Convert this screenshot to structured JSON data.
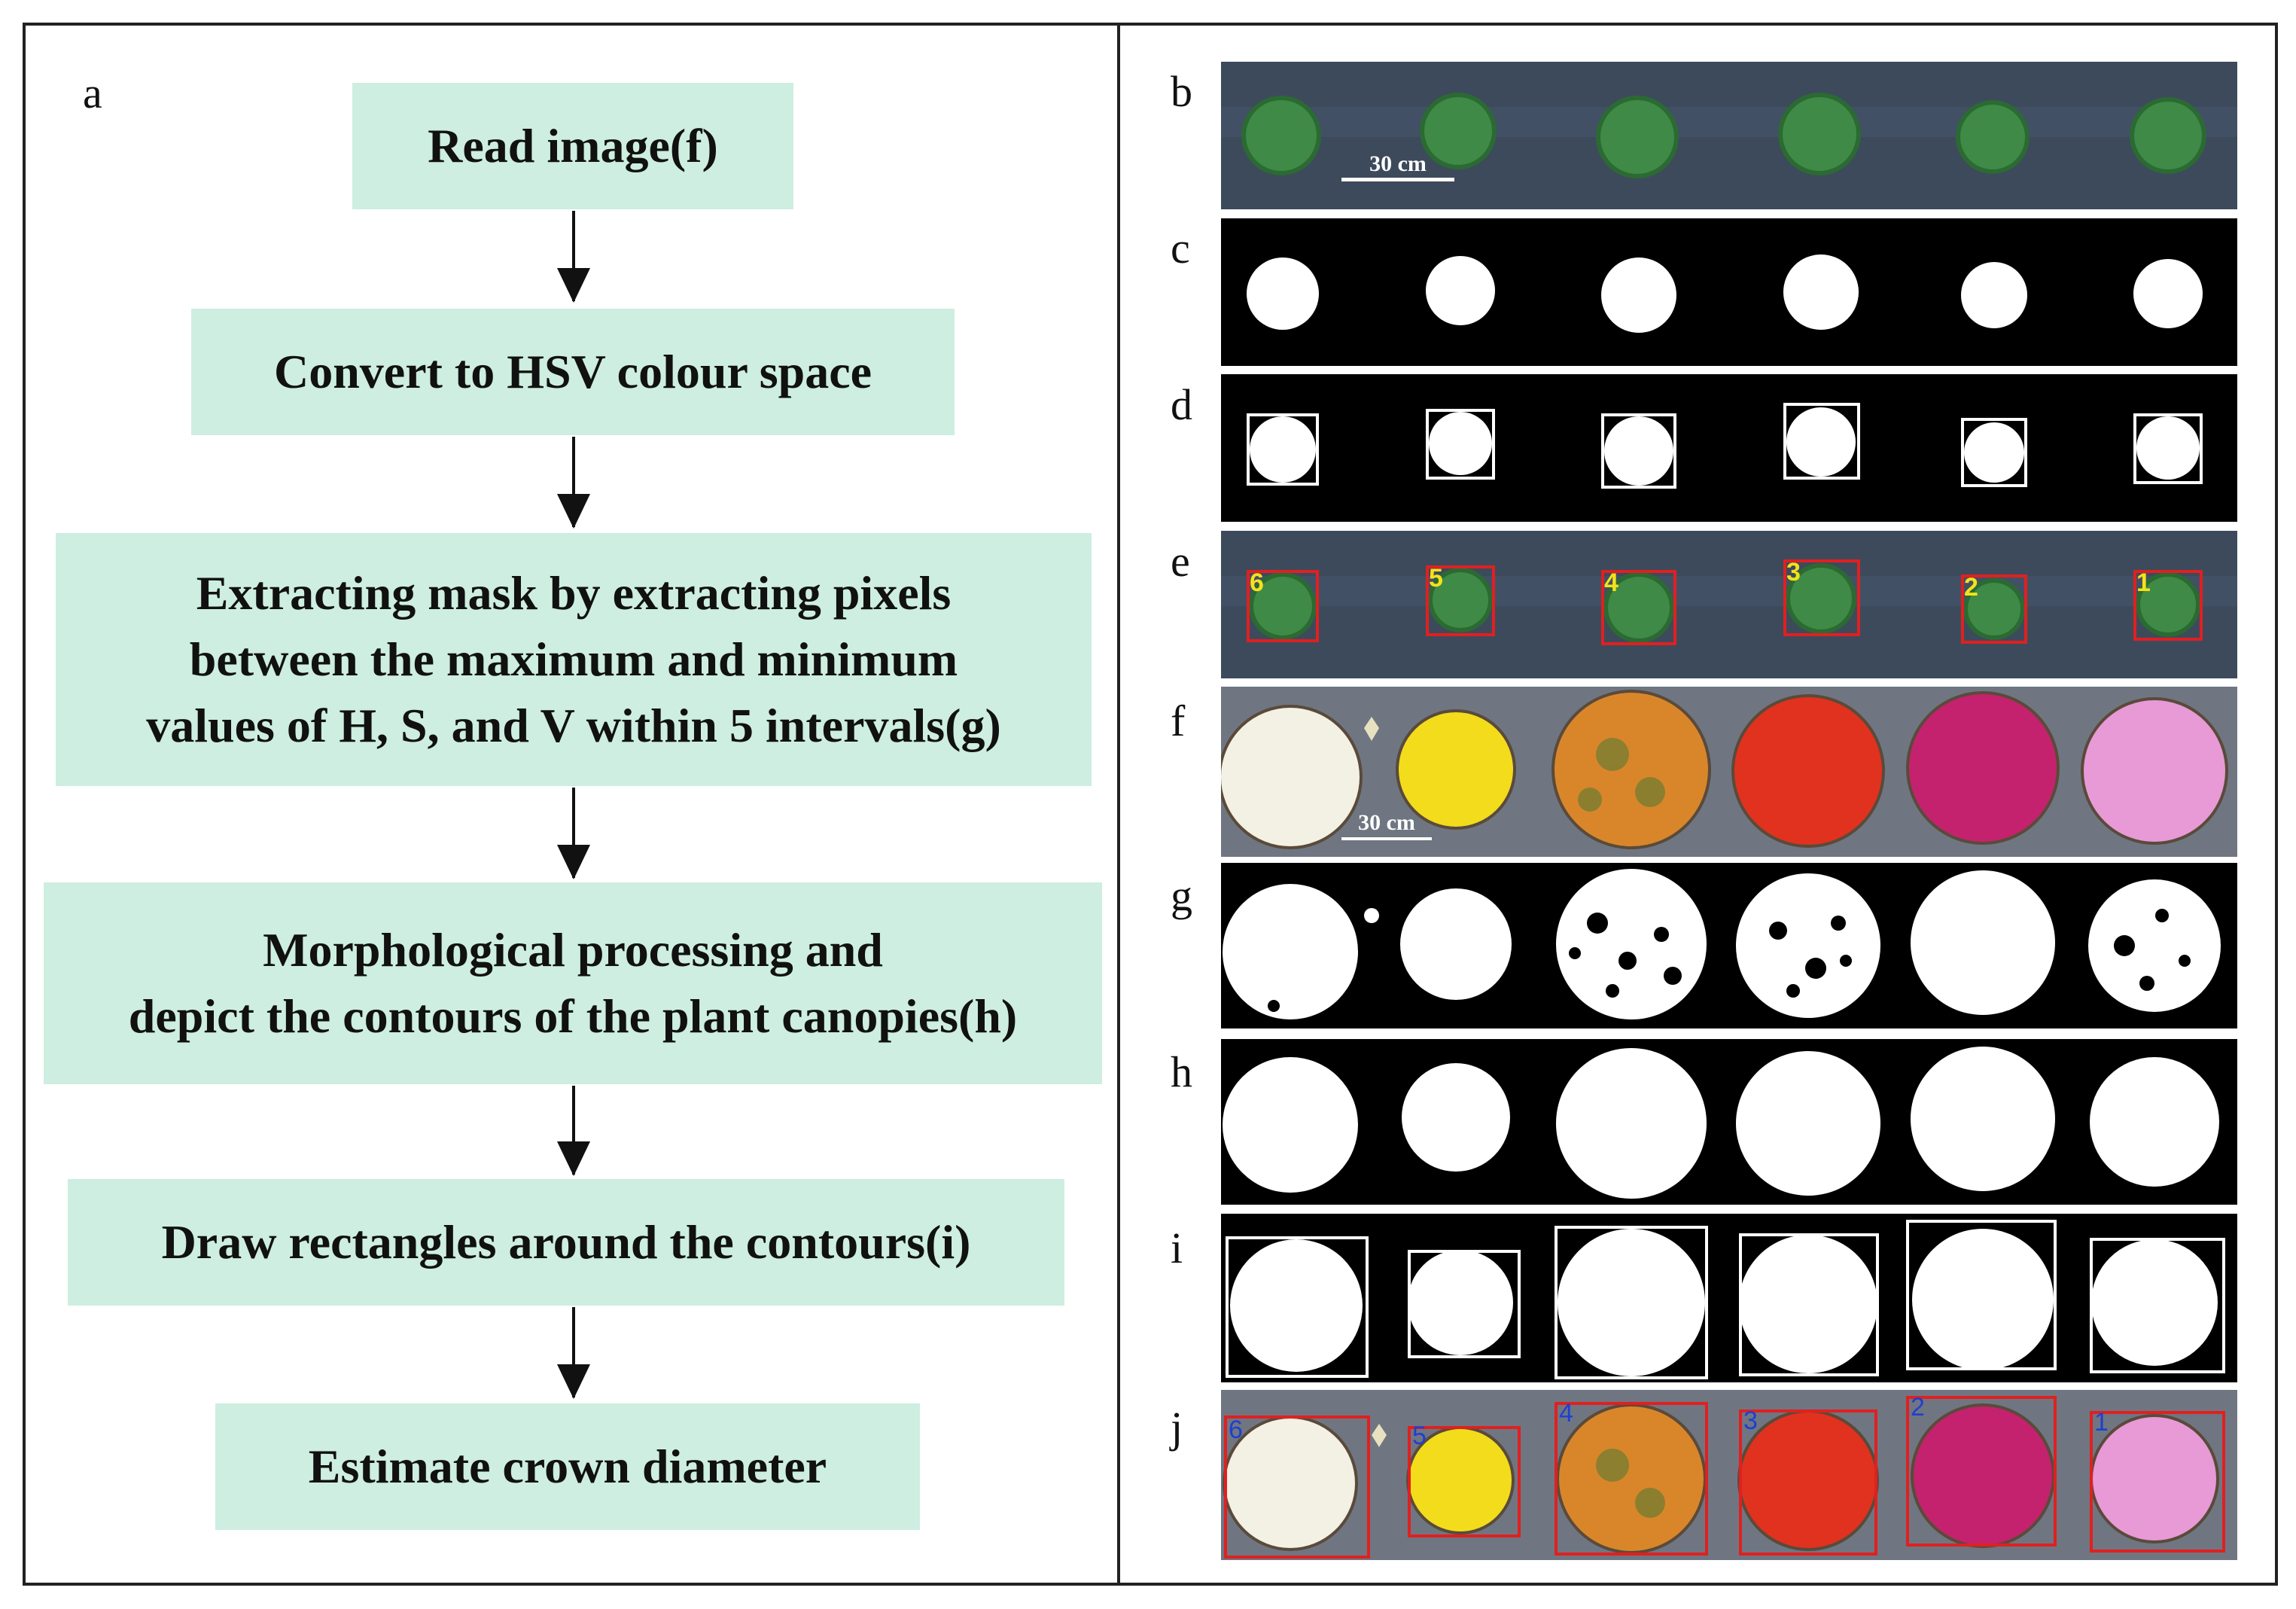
{
  "panels": {
    "a": "a",
    "b": "b",
    "c": "c",
    "d": "d",
    "e": "e",
    "f": "f",
    "g": "g",
    "h": "h",
    "i": "i",
    "j": "j"
  },
  "flowchart": {
    "steps": [
      "Read image(f)",
      "Convert to HSV colour space",
      "Extracting mask by extracting pixels\nbetween the maximum and minimum\nvalues of H, S, and V within 5 intervals(g)",
      "Morphological processing and\ndepict the contours of the plant canopies(h)",
      "Draw rectangles around the contours(i)",
      "Estimate crown diameter"
    ]
  },
  "strips": {
    "scale_bar_b": "30 cm",
    "scale_bar_f": "30 cm",
    "plant_numbers_e": [
      "6",
      "5",
      "4",
      "3",
      "2",
      "1"
    ],
    "plant_numbers_j": [
      "6",
      "5",
      "4",
      "3",
      "2",
      "1"
    ]
  },
  "colors": {
    "step_fill": "#cdeee0",
    "background_strip": "#3d4a5c",
    "foliage": "#3f8a46",
    "mask": "#ffffff",
    "mask_background": "#000000",
    "box_white": "#ffffff",
    "box_red": "#e02020",
    "number_yellow": "#f5e21a",
    "number_blue": "#1f3fd0",
    "flower_colors": [
      "#f3f0e4",
      "#f2dc1c",
      "#d9862a",
      "#e0321e",
      "#c4226e",
      "#e79ad6"
    ]
  }
}
